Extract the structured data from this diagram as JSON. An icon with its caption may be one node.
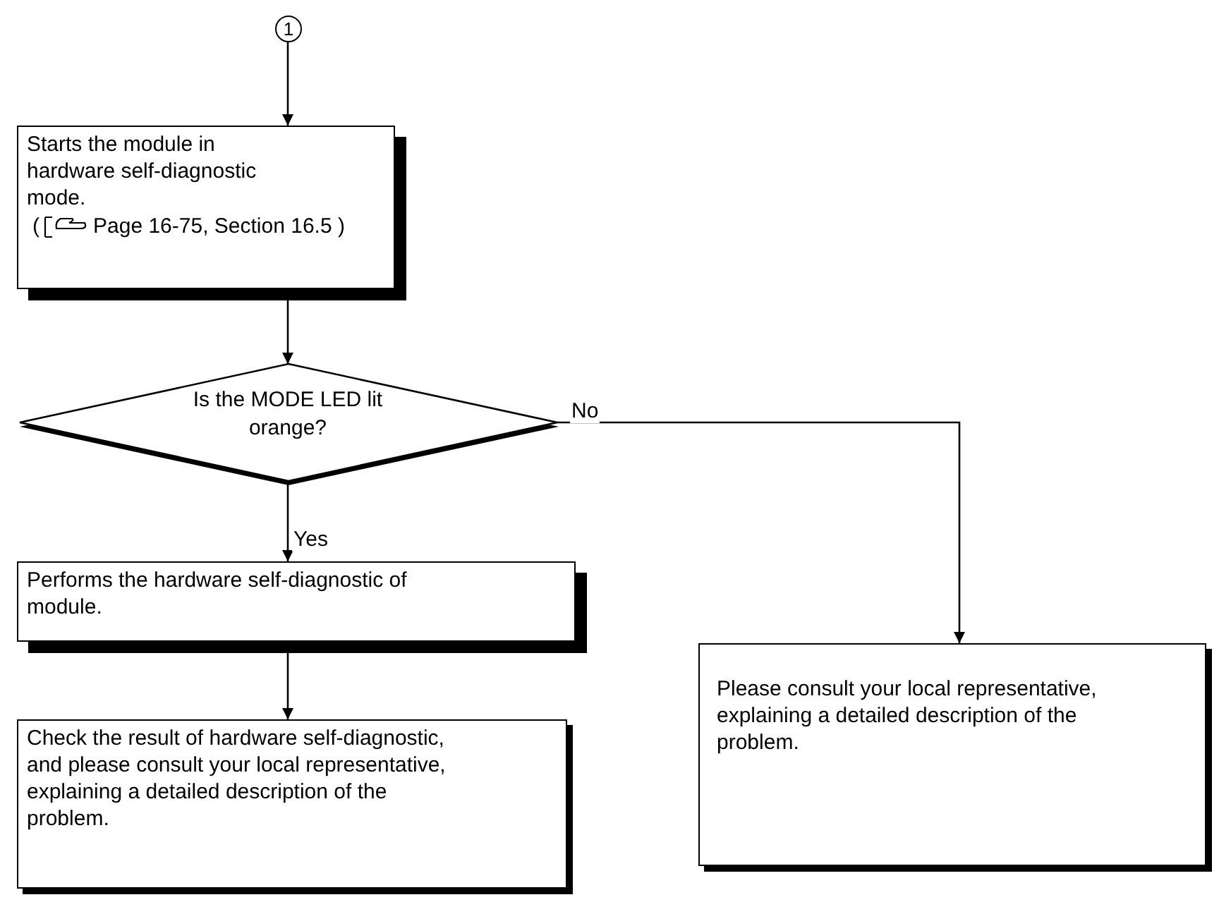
{
  "diagram": {
    "nodes": [
      {
        "text": [
          "1"
        ]
      },
      {
        "text": [
          "Starts the module in hardware self-diagnostic mode.",
          "(",
          "Page 16-75, Section 16.5 )"
        ]
      },
      {
        "text": [
          "Is the MODE LED lit orange?"
        ]
      },
      {
        "text": [
          "Performs the hardware self-diagnostic of module."
        ]
      },
      {
        "text": [
          "Check the result of hardware self-diagnostic, and please consult your local representative, explaining a detailed description of the problem."
        ]
      },
      {
        "text": [
          "Please consult your local representative, explaining a detailed description of the problem."
        ]
      }
    ],
    "edges": [
      {
        "from": 0,
        "to": 1,
        "arrow": "to"
      },
      {
        "from": 1,
        "to": 2,
        "arrow": "to"
      },
      {
        "from": 2,
        "to": 3,
        "arrow": "to",
        "label": "Yes"
      },
      {
        "from": 2,
        "to": 5,
        "arrow": "to",
        "label": "No"
      },
      {
        "from": 3,
        "to": 4,
        "arrow": "to"
      }
    ]
  }
}
